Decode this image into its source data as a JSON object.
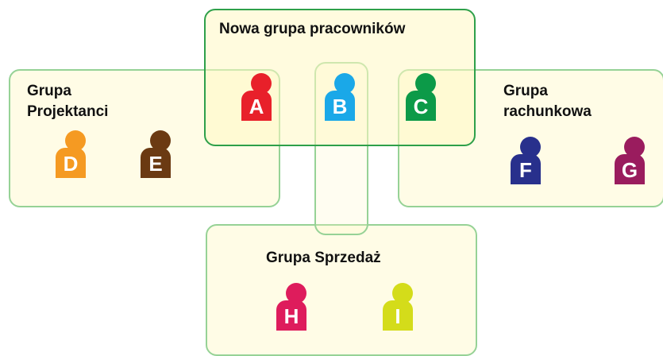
{
  "groups": {
    "projektanci": {
      "title": "Grupa\nProjektanci"
    },
    "rachunkowa": {
      "title": "Grupa\nrachunkowa"
    },
    "sprzedaz": {
      "title": "Grupa Sprzedaż"
    },
    "nowa": {
      "title": "Nowa grupa pracowników"
    }
  },
  "people": [
    {
      "letter": "A",
      "color": "#e8202a"
    },
    {
      "letter": "B",
      "color": "#1aa8e8"
    },
    {
      "letter": "C",
      "color": "#0c9a48"
    },
    {
      "letter": "D",
      "color": "#f59a22"
    },
    {
      "letter": "E",
      "color": "#6b3a12"
    },
    {
      "letter": "F",
      "color": "#28308c"
    },
    {
      "letter": "G",
      "color": "#9a1c5e"
    },
    {
      "letter": "H",
      "color": "#de1c5c"
    },
    {
      "letter": "I",
      "color": "#d4dc1a"
    }
  ]
}
